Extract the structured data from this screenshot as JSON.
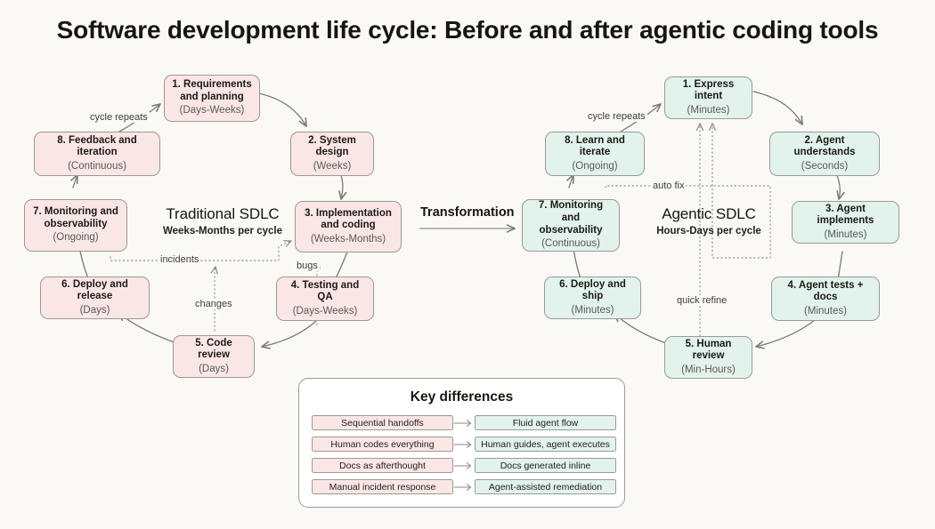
{
  "title": "Software development life cycle: Before and after agentic coding tools",
  "colors": {
    "background": "#faf9f5",
    "traditional_fill": "#fbe6e6",
    "agentic_fill": "#e2f2ec",
    "node_border": "#9a9a96",
    "edge": "#7a7a78",
    "text": "#1f1f1d"
  },
  "left_cycle": {
    "caption_heading": "Traditional SDLC",
    "caption_sub": "Weeks-Months per cycle",
    "nodes": [
      {
        "title": "1. Requirements",
        "title2": "and planning",
        "sub": "(Days-Weeks)"
      },
      {
        "title": "2. System design",
        "title2": "",
        "sub": "(Weeks)"
      },
      {
        "title": "3. Implementation",
        "title2": "and coding",
        "sub": "(Weeks-Months)"
      },
      {
        "title": "4. Testing and QA",
        "title2": "",
        "sub": "(Days-Weeks)"
      },
      {
        "title": "5. Code review",
        "title2": "",
        "sub": "(Days)"
      },
      {
        "title": "6. Deploy and release",
        "title2": "",
        "sub": "(Days)"
      },
      {
        "title": "7. Monitoring and",
        "title2": "observability",
        "sub": "(Ongoing)"
      },
      {
        "title": "8. Feedback and iteration",
        "title2": "",
        "sub": "(Continuous)"
      }
    ],
    "edge_labels": {
      "cycle_repeats": "cycle repeats",
      "incidents": "incidents",
      "bugs": "bugs",
      "changes": "changes"
    }
  },
  "right_cycle": {
    "caption_heading": "Agentic SDLC",
    "caption_sub": "Hours-Days per cycle",
    "nodes": [
      {
        "title": "1. Express intent",
        "title2": "",
        "sub": "(Minutes)"
      },
      {
        "title": "2. Agent understands",
        "title2": "",
        "sub": "(Seconds)"
      },
      {
        "title": "3. Agent implements",
        "title2": "",
        "sub": "(Minutes)"
      },
      {
        "title": "4. Agent tests + docs",
        "title2": "",
        "sub": "(Minutes)"
      },
      {
        "title": "5. Human review",
        "title2": "",
        "sub": "(Min-Hours)"
      },
      {
        "title": "6. Deploy and ship",
        "title2": "",
        "sub": "(Minutes)"
      },
      {
        "title": "7. Monitoring and",
        "title2": "observability",
        "sub": "(Continuous)"
      },
      {
        "title": "8. Learn and iterate",
        "title2": "",
        "sub": "(Ongoing)"
      }
    ],
    "edge_labels": {
      "cycle_repeats": "cycle repeats",
      "auto_fix": "auto fix",
      "quick_refine": "quick refine"
    }
  },
  "transformation_label": "Transformation",
  "legend": {
    "title": "Key differences",
    "rows": [
      {
        "before": "Sequential handoffs",
        "after": "Fluid agent flow"
      },
      {
        "before": "Human codes everything",
        "after": "Human guides, agent executes"
      },
      {
        "before": "Docs as afterthought",
        "after": "Docs generated inline"
      },
      {
        "before": "Manual incident response",
        "after": "Agent-assisted remediation"
      }
    ]
  }
}
